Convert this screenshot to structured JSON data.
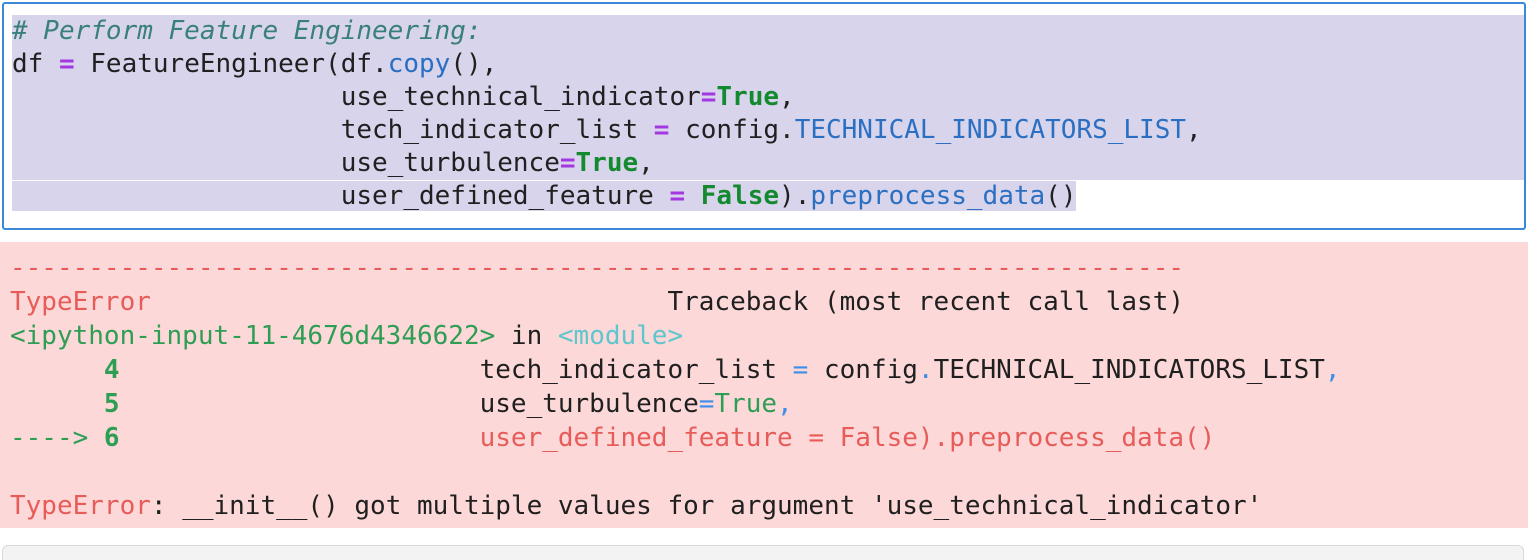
{
  "editor": {
    "selection_color": "#d7d4ec",
    "focus_border_color": "#3a8ad8",
    "lines": [
      {
        "select": "full",
        "segs": [
          [
            "comment",
            "# Perform Feature Engineering:"
          ]
        ]
      },
      {
        "select": "full",
        "segs": [
          [
            "plain",
            "df "
          ],
          [
            "op",
            "="
          ],
          [
            "plain",
            " FeatureEngineer(df."
          ],
          [
            "prop",
            "copy"
          ],
          [
            "plain",
            "(),"
          ]
        ]
      },
      {
        "select": "full",
        "segs": [
          [
            "plain",
            "                     use_technical_indicator"
          ],
          [
            "op",
            "="
          ],
          [
            "kw",
            "True"
          ],
          [
            "plain",
            ","
          ]
        ]
      },
      {
        "select": "full",
        "segs": [
          [
            "plain",
            "                     tech_indicator_list "
          ],
          [
            "op",
            "="
          ],
          [
            "plain",
            " config."
          ],
          [
            "prop",
            "TECHNICAL_INDICATORS_LIST"
          ],
          [
            "plain",
            ","
          ]
        ]
      },
      {
        "select": "full",
        "segs": [
          [
            "plain",
            "                     use_turbulence"
          ],
          [
            "op",
            "="
          ],
          [
            "kw",
            "True"
          ],
          [
            "plain",
            ","
          ]
        ]
      },
      {
        "select": "text",
        "segs": [
          [
            "plain",
            "                     user_defined_feature "
          ],
          [
            "op",
            "="
          ],
          [
            "plain",
            " "
          ],
          [
            "kw",
            "False"
          ],
          [
            "plain",
            ")."
          ],
          [
            "prop",
            "preprocess_data"
          ],
          [
            "plain",
            "()"
          ]
        ]
      }
    ]
  },
  "traceback": {
    "background_color": "#fcd8d8",
    "error_color": "#e75c58",
    "lines": [
      {
        "segs": [
          [
            "red",
            "---------------------------------------------------------------------------"
          ]
        ]
      },
      {
        "segs": [
          [
            "red",
            "TypeError"
          ],
          [
            "dark",
            "                                 Traceback (most recent call last)"
          ]
        ]
      },
      {
        "segs": [
          [
            "green",
            "<ipython-input-11-4676d4346622>"
          ],
          [
            "dark",
            " in "
          ],
          [
            "cyan",
            "<module>"
          ]
        ]
      },
      {
        "segs": [
          [
            "greenb",
            "      4"
          ],
          [
            "dark",
            "                       tech_indicator_list "
          ],
          [
            "blue",
            "="
          ],
          [
            "dark",
            " config"
          ],
          [
            "blue",
            "."
          ],
          [
            "dark",
            "TECHNICAL_INDICATORS_LIST"
          ],
          [
            "blue",
            ","
          ]
        ]
      },
      {
        "segs": [
          [
            "greenb",
            "      5"
          ],
          [
            "dark",
            "                       use_turbulence"
          ],
          [
            "blue",
            "="
          ],
          [
            "green",
            "True"
          ],
          [
            "blue",
            ","
          ]
        ]
      },
      {
        "segs": [
          [
            "green",
            "----> "
          ],
          [
            "greenb",
            "6"
          ],
          [
            "red",
            "                       user_defined_feature = False).preprocess_data()"
          ]
        ]
      },
      {
        "segs": []
      },
      {
        "segs": [
          [
            "red",
            "TypeError"
          ],
          [
            "dark",
            ": __init__() got multiple values for argument 'use_technical_indicator'"
          ]
        ]
      }
    ]
  },
  "next_cell": {
    "background_color": "#f3f3f3"
  }
}
